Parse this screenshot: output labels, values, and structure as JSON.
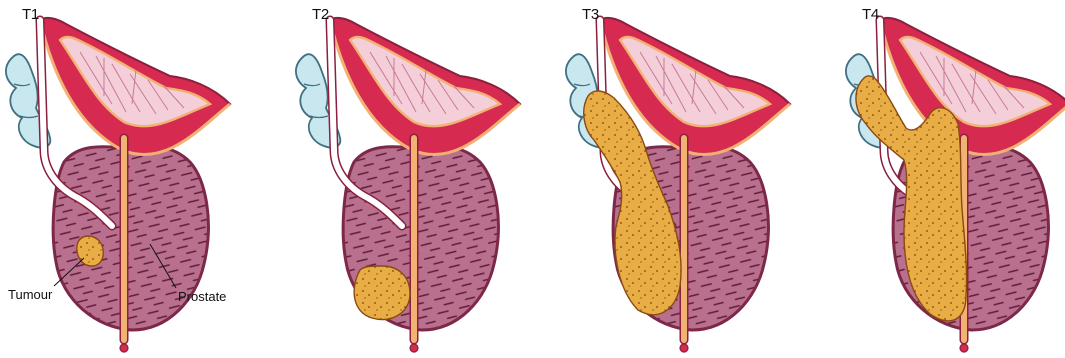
{
  "panels": [
    {
      "label": "T1"
    },
    {
      "label": "T2"
    },
    {
      "label": "T3"
    },
    {
      "label": "T4"
    }
  ],
  "callouts": {
    "tumour": "Tumour",
    "prostate": "Prostate"
  },
  "colors": {
    "prostate_fill": "#b9708f",
    "prostate_edge": "#7d2848",
    "prostate_striations": "#5e1c36",
    "bladder_wall": "#d62a50",
    "bladder_rim": "#f1b274",
    "bladder_lining": "#f4cfd9",
    "urethra": "#f1b274",
    "seminal_vesicle": "#c8e7ef",
    "tumour": "#e8ad44",
    "outline": "#8a1f3e"
  }
}
